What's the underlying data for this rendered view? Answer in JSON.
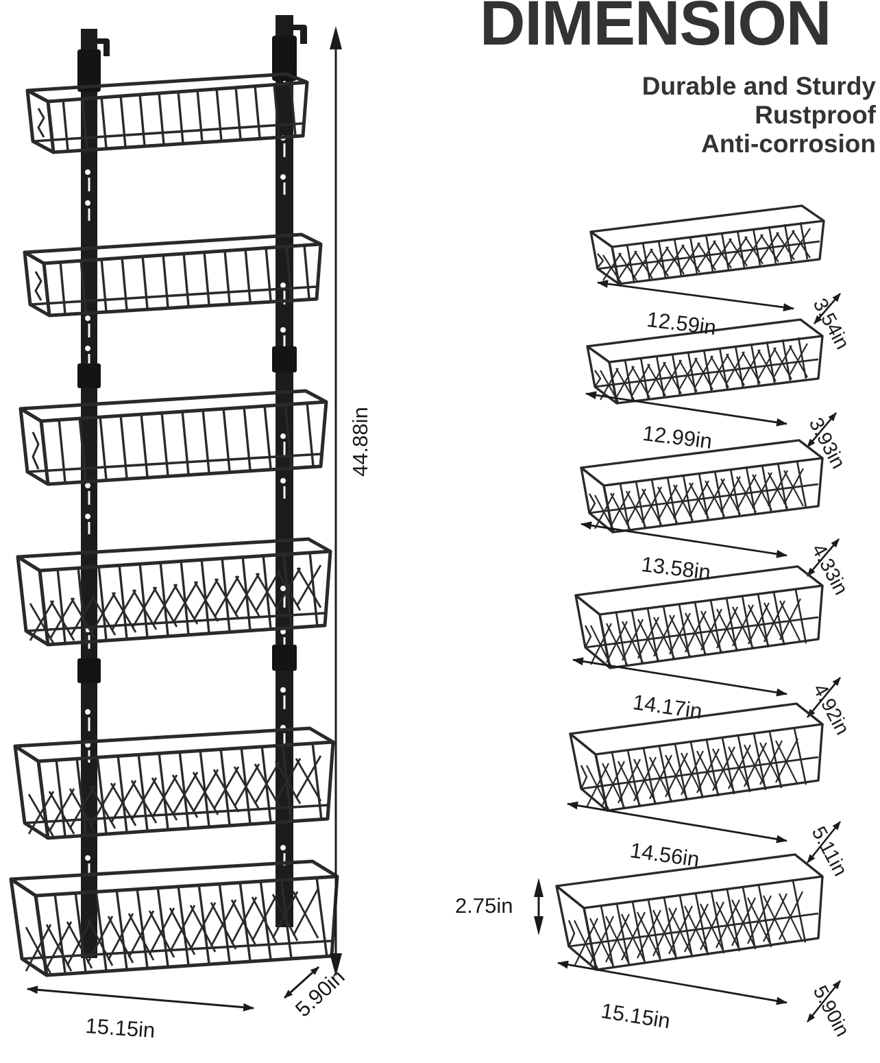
{
  "header": {
    "title": "DIMENSION",
    "sub1": "Durable and Sturdy",
    "sub2": "Rustproof",
    "sub3": "Anti-corrosion"
  },
  "rack": {
    "name": "over-the-door 6-tier wire basket rack",
    "tier_count": 6,
    "overall_height": "44.88in",
    "overall_width": "15.15in",
    "overall_depth": "5.90in"
  },
  "baskets": [
    {
      "index": 1,
      "width": "12.59in",
      "depth": "3.54in"
    },
    {
      "index": 2,
      "width": "12.99in",
      "depth": "3.93in"
    },
    {
      "index": 3,
      "width": "13.58in",
      "depth": "4.33in"
    },
    {
      "index": 4,
      "width": "14.17in",
      "depth": "4.92in"
    },
    {
      "index": 5,
      "width": "14.56in",
      "depth": "5.11in"
    },
    {
      "index": 6,
      "width": "15.15in",
      "depth": "5.90in",
      "height": "2.75in"
    }
  ],
  "labels": {
    "rack_height": "44.88in",
    "rack_width": "15.15in",
    "rack_depth": "5.90in",
    "b1_w": "12.59in",
    "b1_d": "3.54in",
    "b2_w": "12.99in",
    "b2_d": "3.93in",
    "b3_w": "13.58in",
    "b3_d": "4.33in",
    "b4_w": "14.17in",
    "b4_d": "4.92in",
    "b5_w": "14.56in",
    "b5_d": "5.11in",
    "b6_w": "15.15in",
    "b6_d": "5.90in",
    "b6_h": "2.75in"
  },
  "colors": {
    "background": "#ffffff",
    "text": "#333333",
    "line": "#1b1b1b",
    "metal_dark": "#1c1c1e",
    "wire": "#2a2a2d"
  }
}
